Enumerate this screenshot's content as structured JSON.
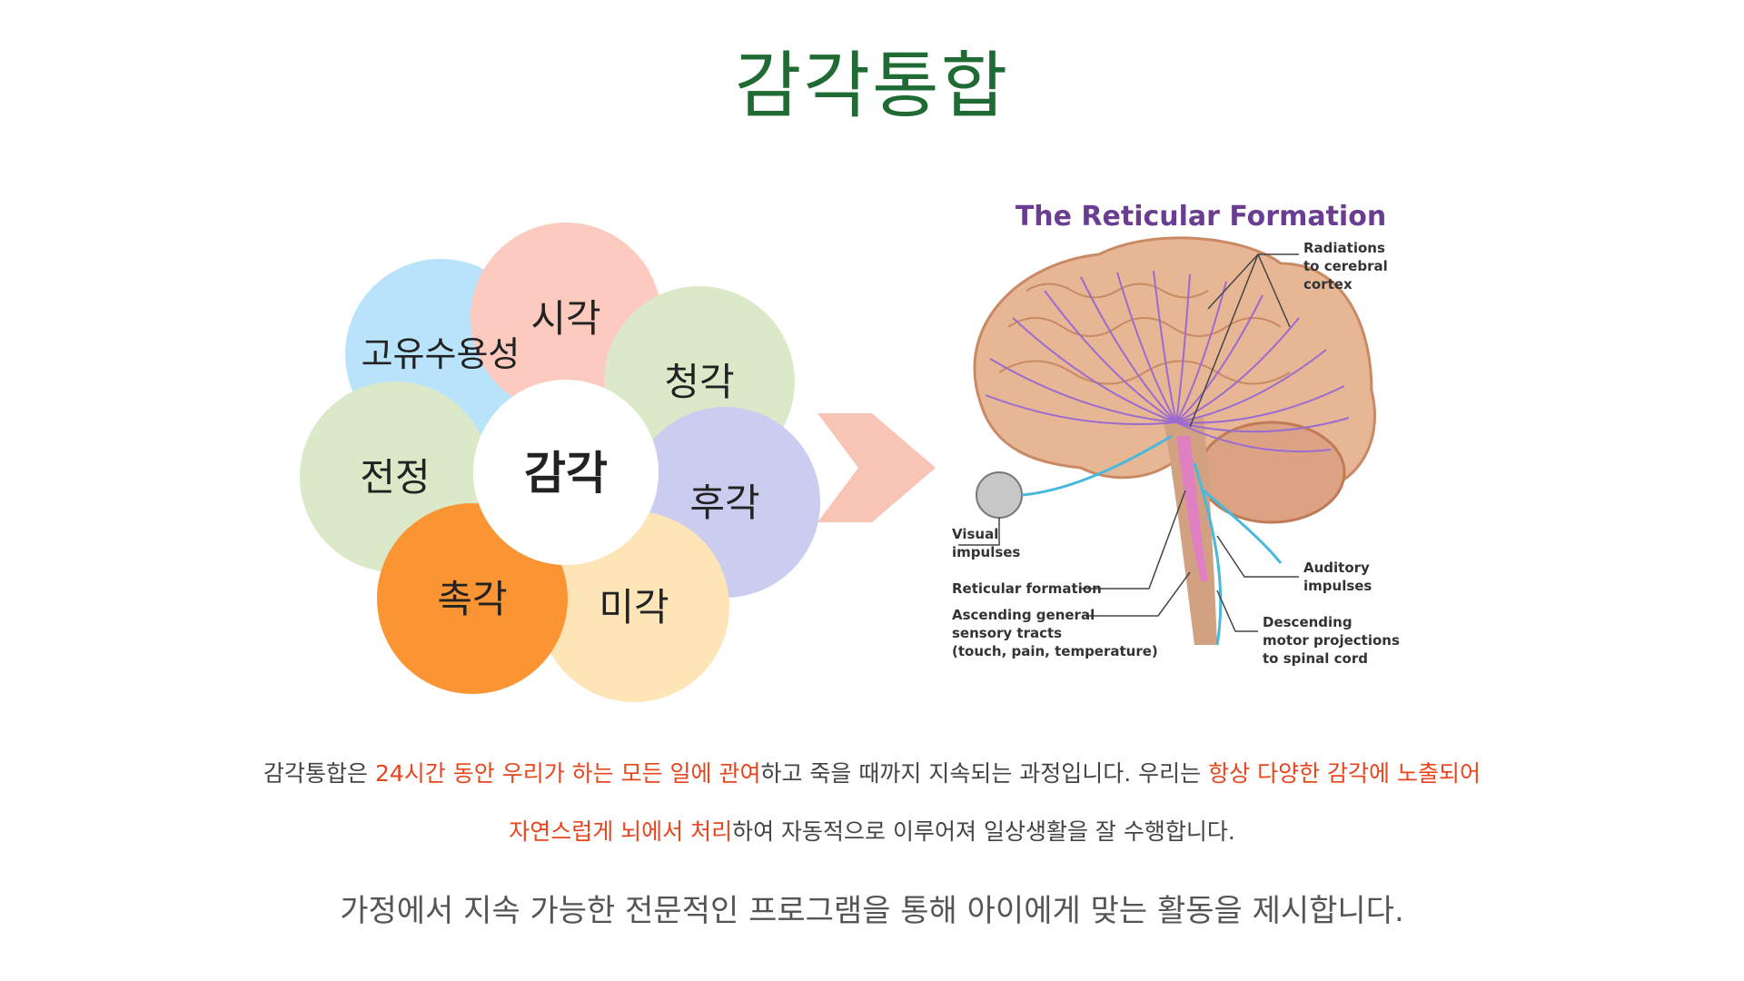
{
  "title": "감각통합",
  "diagram": {
    "center": "감각",
    "petals": [
      {
        "label": "시각",
        "color": "#fccabf"
      },
      {
        "label": "청각",
        "color": "#dbe9c9"
      },
      {
        "label": "후각",
        "color": "#cbcdf0"
      },
      {
        "label": "미각",
        "color": "#fde5b8"
      },
      {
        "label": "촉각",
        "color": "#fb9534"
      },
      {
        "label": "전정",
        "color": "#dbe9c9"
      },
      {
        "label": "고유수용성",
        "color": "#b8e3fb"
      }
    ],
    "arrow_color": "#f8c4b6"
  },
  "brain": {
    "title": "The Reticular Formation",
    "labels": {
      "radiations": [
        "Radiations",
        "to cerebral",
        "cortex"
      ],
      "visual": [
        "Visual",
        "impulses"
      ],
      "reticular": [
        "Reticular formation"
      ],
      "ascending": [
        "Ascending general",
        "sensory tracts",
        "(touch, pain, temperature)"
      ],
      "auditory": [
        "Auditory",
        "impulses"
      ],
      "descending": [
        "Descending",
        "motor projections",
        "to spinal cord"
      ]
    }
  },
  "description": {
    "line1": {
      "p1": "감각통합은 ",
      "h1": "24시간 동안 우리가 하는 모든 일에 관여",
      "p2": "하고 죽을 때까지 지속되는 과정입니다. 우리는 ",
      "h2": "항상 다양한 감각에 노출되어"
    },
    "line2": {
      "h1": "자연스럽게 뇌에서 처리",
      "p1": "하여 자동적으로 이루어져 일상생활을 잘 수행합니다."
    }
  },
  "subtitle": "가정에서 지속 가능한 전문적인 프로그램을 통해 아이에게 맞는 활동을 제시합니다."
}
